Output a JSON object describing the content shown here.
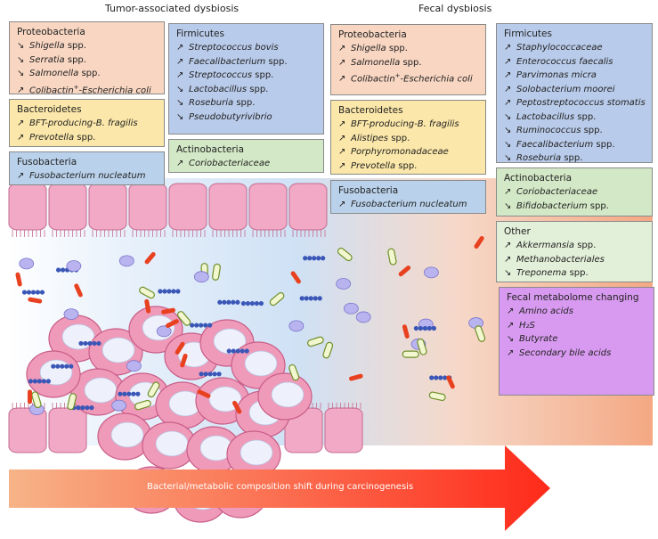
{
  "headers": {
    "left": "Tumor-associated dysbiosis",
    "right": "Fecal dysbiosis"
  },
  "boxes": {
    "tumor_proteobacteria": {
      "title": "Proteobacteria",
      "items": [
        {
          "arrow": "↘",
          "name": "Shigella",
          "suffix": " spp."
        },
        {
          "arrow": "↘",
          "name": "Serratia",
          "suffix": " spp."
        },
        {
          "arrow": "↘",
          "name": "Salmonella",
          "suffix": " spp."
        },
        {
          "arrow": "↗",
          "name": "Colibactin",
          "sup": "+",
          "tail": "-Escherichia coli"
        }
      ]
    },
    "tumor_bacteroidetes": {
      "title": "Bacteroidetes",
      "items": [
        {
          "arrow": "↗",
          "name": "BFT-producing-B. fragilis"
        },
        {
          "arrow": "↗",
          "name": "Prevotella",
          "suffix": " spp."
        }
      ]
    },
    "tumor_fusobacteria": {
      "title": "Fusobacteria",
      "items": [
        {
          "arrow": "↗",
          "name": "Fusobacterium nucleatum"
        }
      ]
    },
    "tumor_firmicutes": {
      "title": "Firmicutes",
      "items": [
        {
          "arrow": "↗",
          "name": "Streptococcus bovis"
        },
        {
          "arrow": "↗",
          "name": "Faecalibacterium",
          "suffix": " spp."
        },
        {
          "arrow": "↗",
          "name": "Streptococcus",
          "suffix": " spp."
        },
        {
          "arrow": "↘",
          "name": "Lactobacillus",
          "suffix": " spp."
        },
        {
          "arrow": "↘",
          "name": "Roseburia",
          "suffix": " spp."
        },
        {
          "arrow": "↘",
          "name": "Pseudobutyrivibrio"
        }
      ]
    },
    "tumor_actinobacteria": {
      "title": "Actinobacteria",
      "items": [
        {
          "arrow": "↗",
          "name": "Coriobacteriaceae"
        }
      ]
    },
    "fecal_proteobacteria": {
      "title": "Proteobacteria",
      "items": [
        {
          "arrow": "↗",
          "name": "Shigella",
          "suffix": " spp."
        },
        {
          "arrow": "↗",
          "name": "Salmonella",
          "suffix": " spp."
        },
        {
          "arrow": "↗",
          "name": "Colibactin",
          "sup": "+",
          "tail": "-Escherichia coli"
        }
      ]
    },
    "fecal_bacteroidetes": {
      "title": "Bacteroidetes",
      "items": [
        {
          "arrow": "↗",
          "name": "BFT-producing-B. fragilis"
        },
        {
          "arrow": "↗",
          "name": "Alistipes",
          "suffix": " spp."
        },
        {
          "arrow": "↗",
          "name": "Porphyromonadaceae"
        },
        {
          "arrow": "↗",
          "name": "Prevotella",
          "suffix": " spp."
        }
      ]
    },
    "fecal_fusobacteria": {
      "title": "Fusobacteria",
      "items": [
        {
          "arrow": "↗",
          "name": "Fusobacterium nucleatum"
        }
      ]
    },
    "fecal_firmicutes": {
      "title": "Firmicutes",
      "items": [
        {
          "arrow": "↗",
          "name": "Staphylococcaceae"
        },
        {
          "arrow": "↗",
          "name": "Enterococcus faecalis"
        },
        {
          "arrow": "↗",
          "name": "Parvimonas micra"
        },
        {
          "arrow": "↗",
          "name": "Solobacterium moorei"
        },
        {
          "arrow": "↗",
          "name": "Peptostreptococcus stomatis"
        },
        {
          "arrow": "↘",
          "name": "Lactobacillus",
          "suffix": " spp."
        },
        {
          "arrow": "↘",
          "name": "Ruminococcus",
          "suffix": " spp."
        },
        {
          "arrow": "↘",
          "name": "Faecalibacterium",
          "suffix": " spp."
        },
        {
          "arrow": "↘",
          "name": "Roseburia",
          "suffix": " spp."
        }
      ]
    },
    "fecal_actinobacteria": {
      "title": "Actinobacteria",
      "items": [
        {
          "arrow": "↗",
          "name": "Coriobacteriaceae"
        },
        {
          "arrow": "↘",
          "name": "Bifidobacterium",
          "suffix": " spp."
        }
      ]
    },
    "fecal_other": {
      "title": "Other",
      "items": [
        {
          "arrow": "↗",
          "name": "Akkermansia",
          "suffix": " spp."
        },
        {
          "arrow": "↗",
          "name": "Methanobacteriales"
        },
        {
          "arrow": "↘",
          "name": "Treponema",
          "suffix": " spp."
        }
      ]
    },
    "fecal_metabolome": {
      "title": "Fecal metabolome changing",
      "items": [
        {
          "arrow": "↗",
          "name": "Amino acids"
        },
        {
          "arrow": "↗",
          "name": "H₂S"
        },
        {
          "arrow": "↘",
          "name": "Butyrate"
        },
        {
          "arrow": "↗",
          "name": "Secondary bile acids"
        }
      ]
    }
  },
  "bottom_arrow": {
    "label": "Bacterial/metabolic composition shift during carcinogenesis"
  },
  "colors": {
    "proteobacteria": "#f8d6c2",
    "bacteroidetes": "#fbe7a9",
    "fusobacteria": "#b9d1ea",
    "firmicutes": "#b9cbea",
    "actinobacteria": "#d3e8c6",
    "other": "#e2efd9",
    "metabolome": "#d89af0",
    "arrow_start": "#f7b387",
    "arrow_end": "#ff2a1a"
  }
}
